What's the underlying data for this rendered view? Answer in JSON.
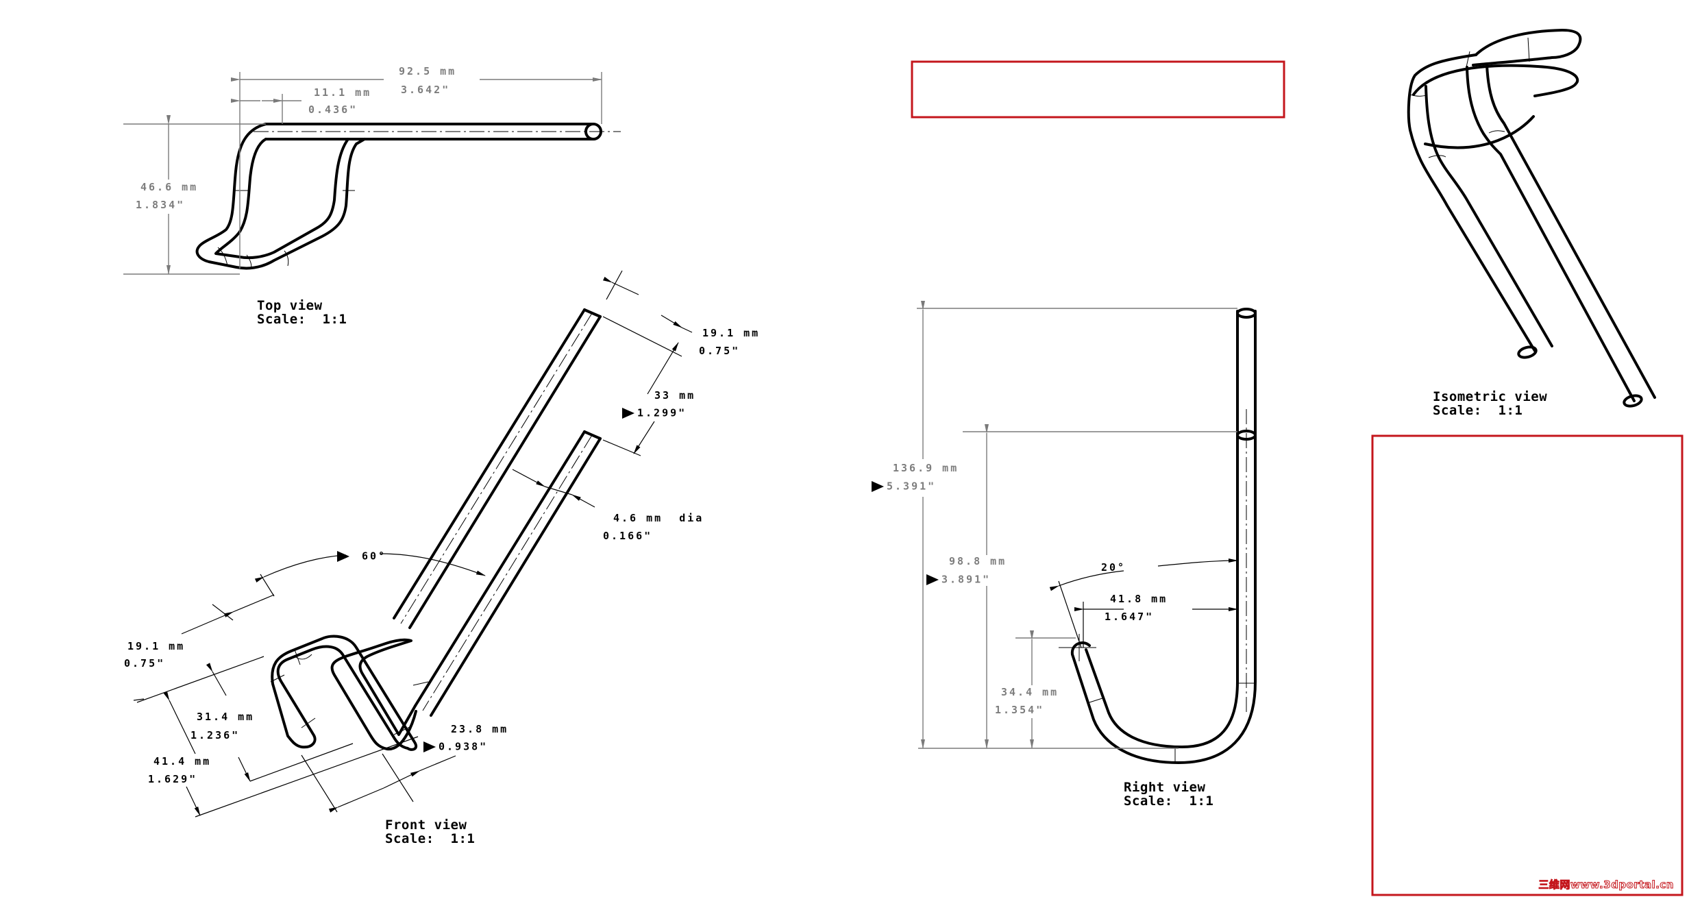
{
  "sheet": {
    "background": "#ffffff",
    "frame_color": "#c4161c",
    "line_color": "#000000",
    "dimension_grey": "#7d7d7d",
    "watermark": "三维网www.3dportal.cn"
  },
  "views": {
    "top": {
      "title": "Top view",
      "scale": "Scale:  1:1"
    },
    "front": {
      "title": "Front view",
      "scale": "Scale:  1:1"
    },
    "right": {
      "title": "Right view",
      "scale": "Scale:  1:1"
    },
    "iso": {
      "title": "Isometric view",
      "scale": "Scale:  1:1"
    }
  },
  "dimensions": {
    "top": {
      "overall_length": {
        "mm": "92.5 mm",
        "in": "3.642\""
      },
      "offset": {
        "mm": "11.1 mm",
        "in": "0.436\""
      },
      "depth": {
        "mm": "46.6 mm",
        "in": "1.834\""
      }
    },
    "front": {
      "end_spacing": {
        "mm": "19.1 mm",
        "in": "0.75\""
      },
      "leg_offset": {
        "mm": "33 mm",
        "in": "1.299\""
      },
      "tube_diameter": {
        "mm": "4.6 mm",
        "suffix": "dia",
        "in": "0.166\""
      },
      "bend_angle": {
        "value": "60°"
      },
      "loop_width": {
        "mm": "19.1 mm",
        "in": "0.75\""
      },
      "loop_height": {
        "mm": "31.4 mm",
        "in": "1.236\""
      },
      "overall_width": {
        "mm": "41.4 mm",
        "in": "1.629\""
      },
      "leg_spacing": {
        "mm": "23.8 mm",
        "in": "0.938\""
      }
    },
    "right": {
      "overall_height": {
        "mm": "136.9 mm",
        "in": "5.391\""
      },
      "leg_height": {
        "mm": "98.8 mm",
        "in": "3.891\""
      },
      "hook_angle": {
        "value": "20°"
      },
      "hook_width": {
        "mm": "41.8 mm",
        "in": "1.647\""
      },
      "hook_tip_height": {
        "mm": "34.4 mm",
        "in": "1.354\""
      }
    }
  },
  "title_block": {
    "top_box": {
      "content": ""
    },
    "bottom_box": {
      "content": ""
    }
  }
}
